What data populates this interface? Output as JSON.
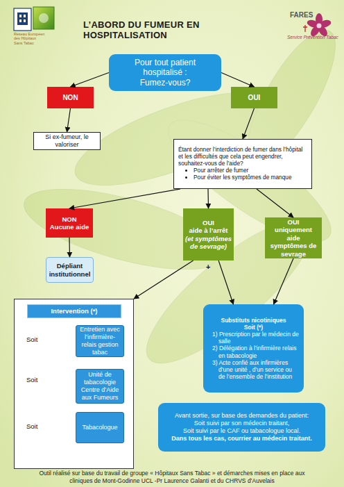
{
  "diagram": {
    "title": "L’ABORD DU FUMEUR EN HOSPITALISATION",
    "caption": "Outil réalisé sur base du travail de groupe « Hôpitaux Sans Tabac » et démarches mises en place aux cliniques de Mont-Godinne UCL -Pr Laurence Galanti et du CHRVS d’Auvelais",
    "nodes": [
      {
        "text": [
          "Pour tout patient hospitalisé :",
          "Fumez-vous?"
        ]
      },
      {
        "text": [
          "NON"
        ]
      },
      {
        "text": [
          "OUI"
        ]
      },
      {
        "text": [
          "Si ex-fumeur, le valoriser"
        ]
      },
      {
        "text": [
          "Étant donner l’interdiction de fumer dans l’hôpital et les difficultés que cela peut engendrer, souhaitez-vous de l’aide?",
          "Pour arrêter de fumer",
          "Pour éviter les symptômes de manque"
        ]
      },
      {
        "text": [
          "NON",
          "Aucune aide"
        ]
      },
      {
        "text": [
          "OUI",
          "aide à l’arrêt",
          "(et symptômes de sevrage)"
        ]
      },
      {
        "text": [
          "OUI",
          "uniquement aide symptômes de sevrage"
        ]
      },
      {
        "text": [
          "Dépliant institutionnel"
        ]
      },
      {
        "text": [
          "Intervention (*)"
        ]
      },
      {
        "text": [
          "Entretien avec l’infirmière-relais gestion tabac"
        ],
        "in": 9
      },
      {
        "text": [
          "Unité de tabacologie Centre d’Aide aux Fumeurs"
        ],
        "in": 9
      },
      {
        "text": [
          "Tabacologue"
        ],
        "in": 9
      },
      {
        "text": [
          "Substituts nicotiniques",
          "Soit (*)",
          "1) Prescription par le médecin de salle",
          "2) Délégation à l’infirmière relais en tabacologie",
          "3) Acte confié aux infirmières d’une unité , d’un service ou de l’ensemble de l’institution"
        ]
      },
      {
        "text": [
          "Avant sortie, sur base des demandes du patient:",
          "Soit suivi par son médecin traitant,",
          "Soit suivi par le CAF ou tabacologue local.",
          "Dans tous les cas, courrier au médecin traitant."
        ]
      }
    ],
    "edges": [
      {
        "from": 0,
        "to": 1,
        "arrow": "to"
      },
      {
        "from": 0,
        "to": 2,
        "arrow": "to"
      },
      {
        "from": 1,
        "to": 3,
        "arrow": "to"
      },
      {
        "from": 2,
        "to": 4,
        "arrow": "to"
      },
      {
        "from": 4,
        "to": 5,
        "arrow": "to"
      },
      {
        "from": 4,
        "to": 6,
        "arrow": "to"
      },
      {
        "from": 4,
        "to": 7,
        "arrow": "to"
      },
      {
        "from": 5,
        "to": 8,
        "arrow": "to"
      },
      {
        "from": 6,
        "to": 9,
        "arrow": "to"
      },
      {
        "from": 6,
        "to": 13,
        "arrow": "to"
      },
      {
        "from": 7,
        "to": 13,
        "arrow": "to"
      }
    ],
    "labels": [
      "Réseau Européen des Hôpitaux Sans Tabac",
      "FARES",
      "Service Prévention Tabac",
      "Soit",
      "Soit",
      "Soit",
      "+"
    ]
  }
}
